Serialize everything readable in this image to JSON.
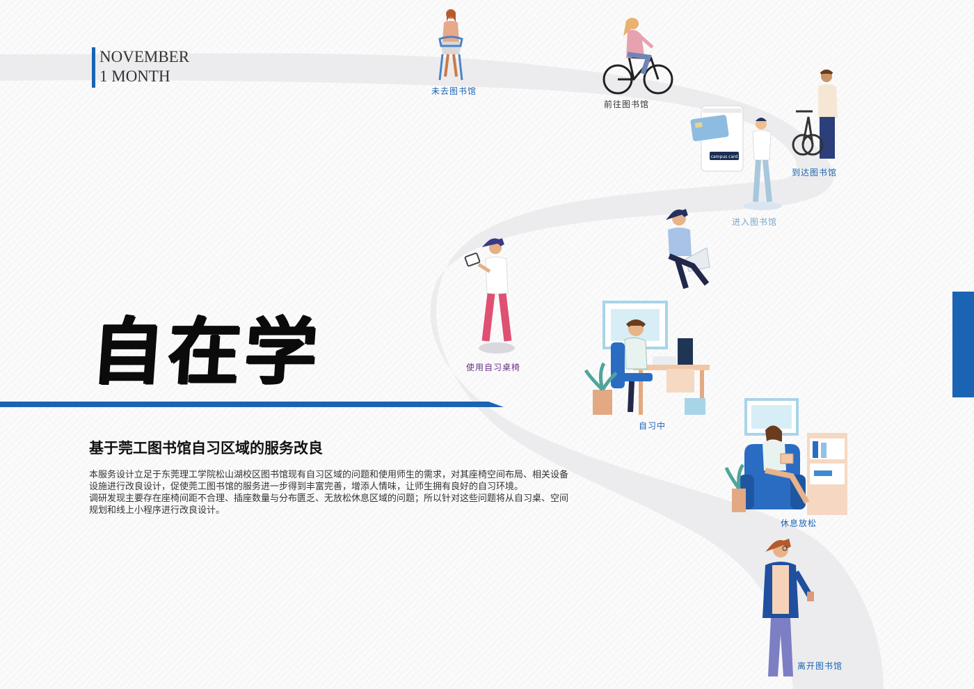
{
  "header": {
    "month": "NOVEMBER",
    "duration": "1 MONTH"
  },
  "title": "自在学",
  "subtitle": "基于莞工图书馆自习区域的服务改良",
  "description": [
    "本服务设计立足于东莞理工学院松山湖校区图书馆现有自习区域的问题和使用师生的需求，对其座椅空间布局、相关设备设施进行改良设计，促使莞工图书馆的服务进一步得到丰富完善，增添人情味，让师生拥有良好的自习环境。",
    "调研发现主要存在座椅间距不合理、插座数量与分布匮乏、无放松休息区域的问题；所以针对这些问题将从自习桌、空间规划和线上小程序进行改良设计。"
  ],
  "journey": {
    "steps": [
      {
        "label": "未去图书馆",
        "color": "#1b63b3"
      },
      {
        "label": "前往图书馆",
        "color": "#333333"
      },
      {
        "label": "到达图书馆",
        "color": "#1b63b3"
      },
      {
        "label": "进入图书馆",
        "color": "#7aa6cc"
      },
      {
        "label": "使用自习桌椅",
        "color": "#6a2f8a"
      },
      {
        "label": "自习中",
        "color": "#1b63b3"
      },
      {
        "label": "休息放松",
        "color": "#1b63b3"
      },
      {
        "label": "离开图书馆",
        "color": "#1b63b3"
      }
    ],
    "card_text": "campus card"
  },
  "colors": {
    "accent": "#1b63b3",
    "road": "#ececee"
  }
}
